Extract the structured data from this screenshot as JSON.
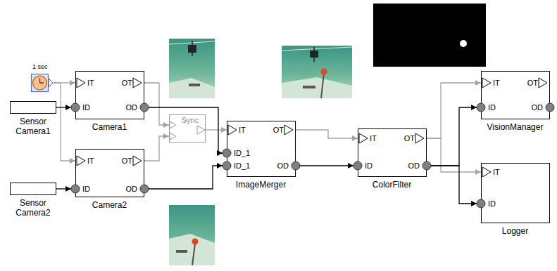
{
  "diagram": {
    "nodes": [
      {
        "text": [
          "1 sec"
        ]
      },
      {
        "text": [
          "Sensor Camera1"
        ]
      },
      {
        "text": [
          "IT",
          "ID",
          "OT",
          "OD",
          "Camera1"
        ]
      },
      {
        "text": [
          "Sensor Camera2"
        ]
      },
      {
        "text": [
          "IT",
          "ID",
          "OT",
          "OD",
          "Camera2"
        ]
      },
      {
        "text": [
          "Sync"
        ]
      },
      {
        "text": [
          "IT",
          "ID_1",
          "ID_1",
          "OT",
          "OD",
          "ImageMerger"
        ]
      },
      {
        "text": [
          "IT",
          "ID",
          "OT",
          "OD",
          "ColorFilter"
        ]
      },
      {
        "text": [
          "IT",
          "ID",
          "OT",
          "OD",
          "VisionManager"
        ]
      },
      {
        "text": [
          "IT",
          "ID",
          "Logger"
        ]
      }
    ],
    "edges": [
      {
        "from": 0,
        "to": 2,
        "arrow": "to"
      },
      {
        "from": 0,
        "to": 4,
        "arrow": "to"
      },
      {
        "from": 1,
        "to": 2,
        "arrow": "to"
      },
      {
        "from": 3,
        "to": 4,
        "arrow": "to"
      },
      {
        "from": 2,
        "to": 5,
        "arrow": "to"
      },
      {
        "from": 4,
        "to": 5,
        "arrow": "to"
      },
      {
        "from": 5,
        "to": 6,
        "arrow": "to"
      },
      {
        "from": 2,
        "to": 6,
        "arrow": "to"
      },
      {
        "from": 4,
        "to": 6,
        "arrow": "to"
      },
      {
        "from": 6,
        "to": 7,
        "arrow": "to"
      },
      {
        "from": 6,
        "to": 7,
        "arrow": "to"
      },
      {
        "from": 7,
        "to": 8,
        "arrow": "to"
      },
      {
        "from": 7,
        "to": 9,
        "arrow": "to"
      },
      {
        "from": 7,
        "to": 8,
        "arrow": "to"
      },
      {
        "from": 7,
        "to": 9,
        "arrow": "to"
      }
    ]
  }
}
